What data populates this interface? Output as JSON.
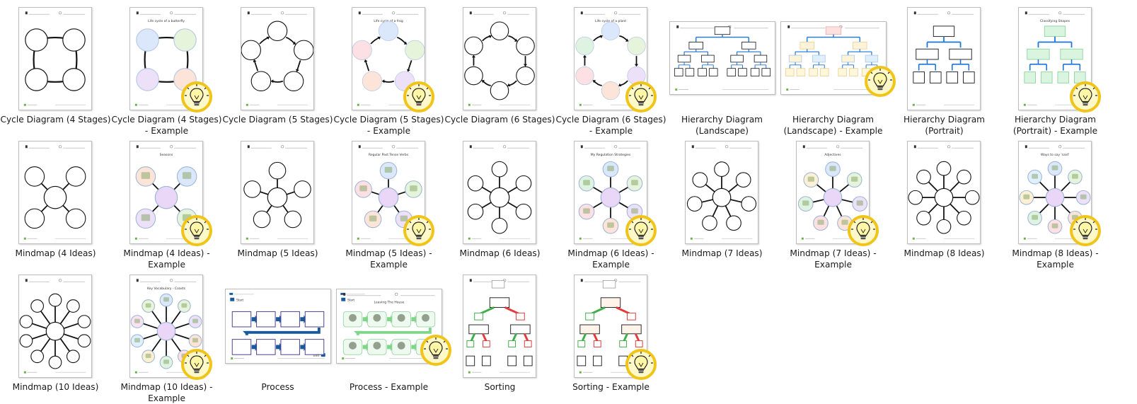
{
  "colors": {
    "bulb_ring": "#f0c419",
    "bulb_inner": "#fff9c9",
    "arrow_blue": "#1b75d8",
    "process_blue": "#1a5a9c",
    "process_green": "#7fd68a",
    "sort_red": "#e23b3b",
    "sort_green": "#3fae49"
  },
  "templates": [
    {
      "caption": "Cycle Diagram (4 Stages)",
      "kind": "cycle4",
      "example": false
    },
    {
      "caption": "Cycle Diagram (4 Stages) - Example",
      "kind": "cycle4",
      "example": true,
      "thumb_title": "Life cycle of a butterfly"
    },
    {
      "caption": "Cycle Diagram (5 Stages)",
      "kind": "cycle5",
      "example": false
    },
    {
      "caption": "Cycle Diagram (5 Stages) - Example",
      "kind": "cycle5",
      "example": true,
      "thumb_title": "Life cycle of a frog"
    },
    {
      "caption": "Cycle Diagram (6 Stages)",
      "kind": "cycle6",
      "example": false
    },
    {
      "caption": "Cycle Diagram (6 Stages) - Example",
      "kind": "cycle6",
      "example": true,
      "thumb_title": "Life cycle of a plant"
    },
    {
      "caption": "Hierarchy Diagram (Landscape)",
      "kind": "hier-land",
      "example": false
    },
    {
      "caption": "Hierarchy Diagram (Landscape) - Example",
      "kind": "hier-land",
      "example": true
    },
    {
      "caption": "Hierarchy Diagram (Portrait)",
      "kind": "hier-port",
      "example": false
    },
    {
      "caption": "Hierarchy Diagram (Portrait) - Example",
      "kind": "hier-port",
      "example": true,
      "thumb_title": "Classifying Shapes"
    },
    {
      "caption": "Mindmap (4 Ideas)",
      "kind": "mind4",
      "example": false
    },
    {
      "caption": "Mindmap (4 Ideas) - Example",
      "kind": "mind4",
      "example": true,
      "thumb_title": "Seasons"
    },
    {
      "caption": "Mindmap (5 Ideas)",
      "kind": "mind5",
      "example": false
    },
    {
      "caption": "Mindmap (5 Ideas) - Example",
      "kind": "mind5",
      "example": true,
      "thumb_title": "Regular Past Tense Verbs"
    },
    {
      "caption": "Mindmap (6 Ideas)",
      "kind": "mind6",
      "example": false
    },
    {
      "caption": "Mindmap (6 Ideas) - Example",
      "kind": "mind6",
      "example": true,
      "thumb_title": "My Regulation Strategies"
    },
    {
      "caption": "Mindmap (7 Ideas)",
      "kind": "mind7",
      "example": false
    },
    {
      "caption": "Mindmap (7 Ideas) - Example",
      "kind": "mind7",
      "example": true,
      "thumb_title": "Adjectives"
    },
    {
      "caption": "Mindmap (8 Ideas)",
      "kind": "mind8",
      "example": false
    },
    {
      "caption": "Mindmap (8 Ideas) - Example",
      "kind": "mind8",
      "example": true,
      "thumb_title": "Ways to say 'said'"
    },
    {
      "caption": "Mindmap (10 Ideas)",
      "kind": "mind10",
      "example": false
    },
    {
      "caption": "Mindmap (10 Ideas) - Example",
      "kind": "mind10",
      "example": true,
      "thumb_title": "Key Vocabulary - Coasts"
    },
    {
      "caption": "Process",
      "kind": "process",
      "example": false,
      "start_label": "Start",
      "end_label": "End"
    },
    {
      "caption": "Process - Example",
      "kind": "process",
      "example": true,
      "thumb_title": "Leaving The House",
      "start_label": "Start",
      "end_label": "End"
    },
    {
      "caption": "Sorting",
      "kind": "sorting",
      "example": false
    },
    {
      "caption": "Sorting - Example",
      "kind": "sorting",
      "example": true
    }
  ]
}
